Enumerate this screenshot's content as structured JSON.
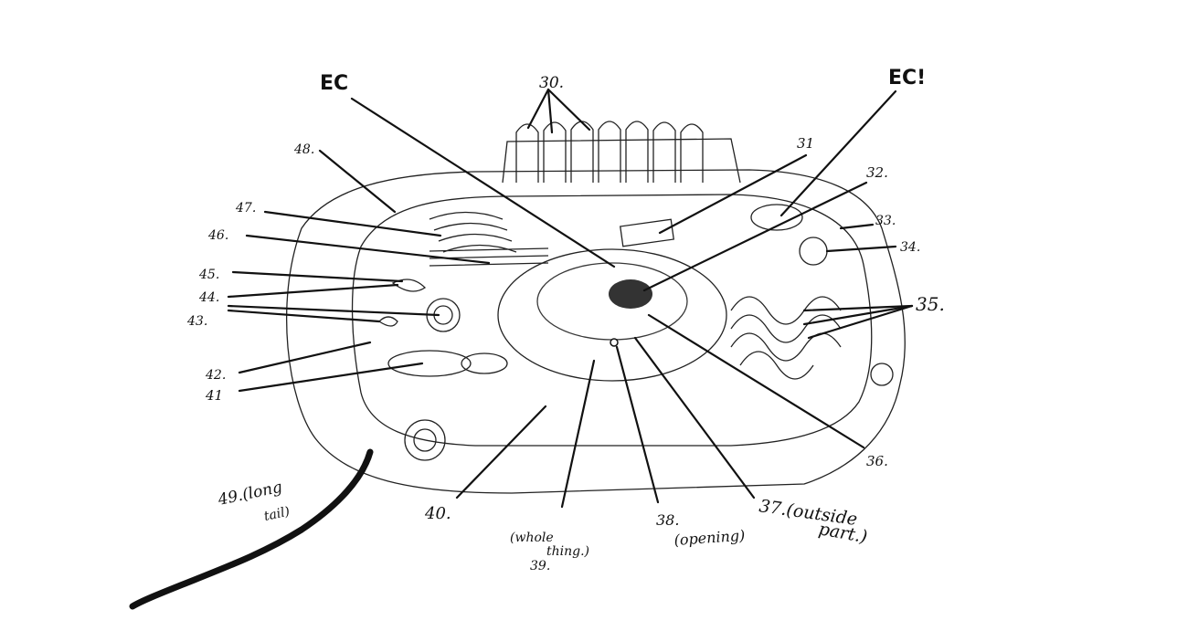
{
  "labels": {
    "ec_left": "EC",
    "ec_right": "EC!",
    "l30": "30.",
    "l31": "31",
    "l32": "32.",
    "l33": "33.",
    "l34": "34.",
    "l35": "35.",
    "l36": "36.",
    "l37a": "37.(outside",
    "l37b": "part.)",
    "l38a": "38.",
    "l38b": "(opening)",
    "l39a": "(whole",
    "l39b": "thing.)",
    "l39c": "39.",
    "l40": "40.",
    "l41": "41",
    "l42": "42.",
    "l43": "43.",
    "l44": "44.",
    "l45": "45.",
    "l46": "46.",
    "l47": "47.",
    "l48": "48.",
    "l49a": "49.(long",
    "l49b": "tail)"
  }
}
